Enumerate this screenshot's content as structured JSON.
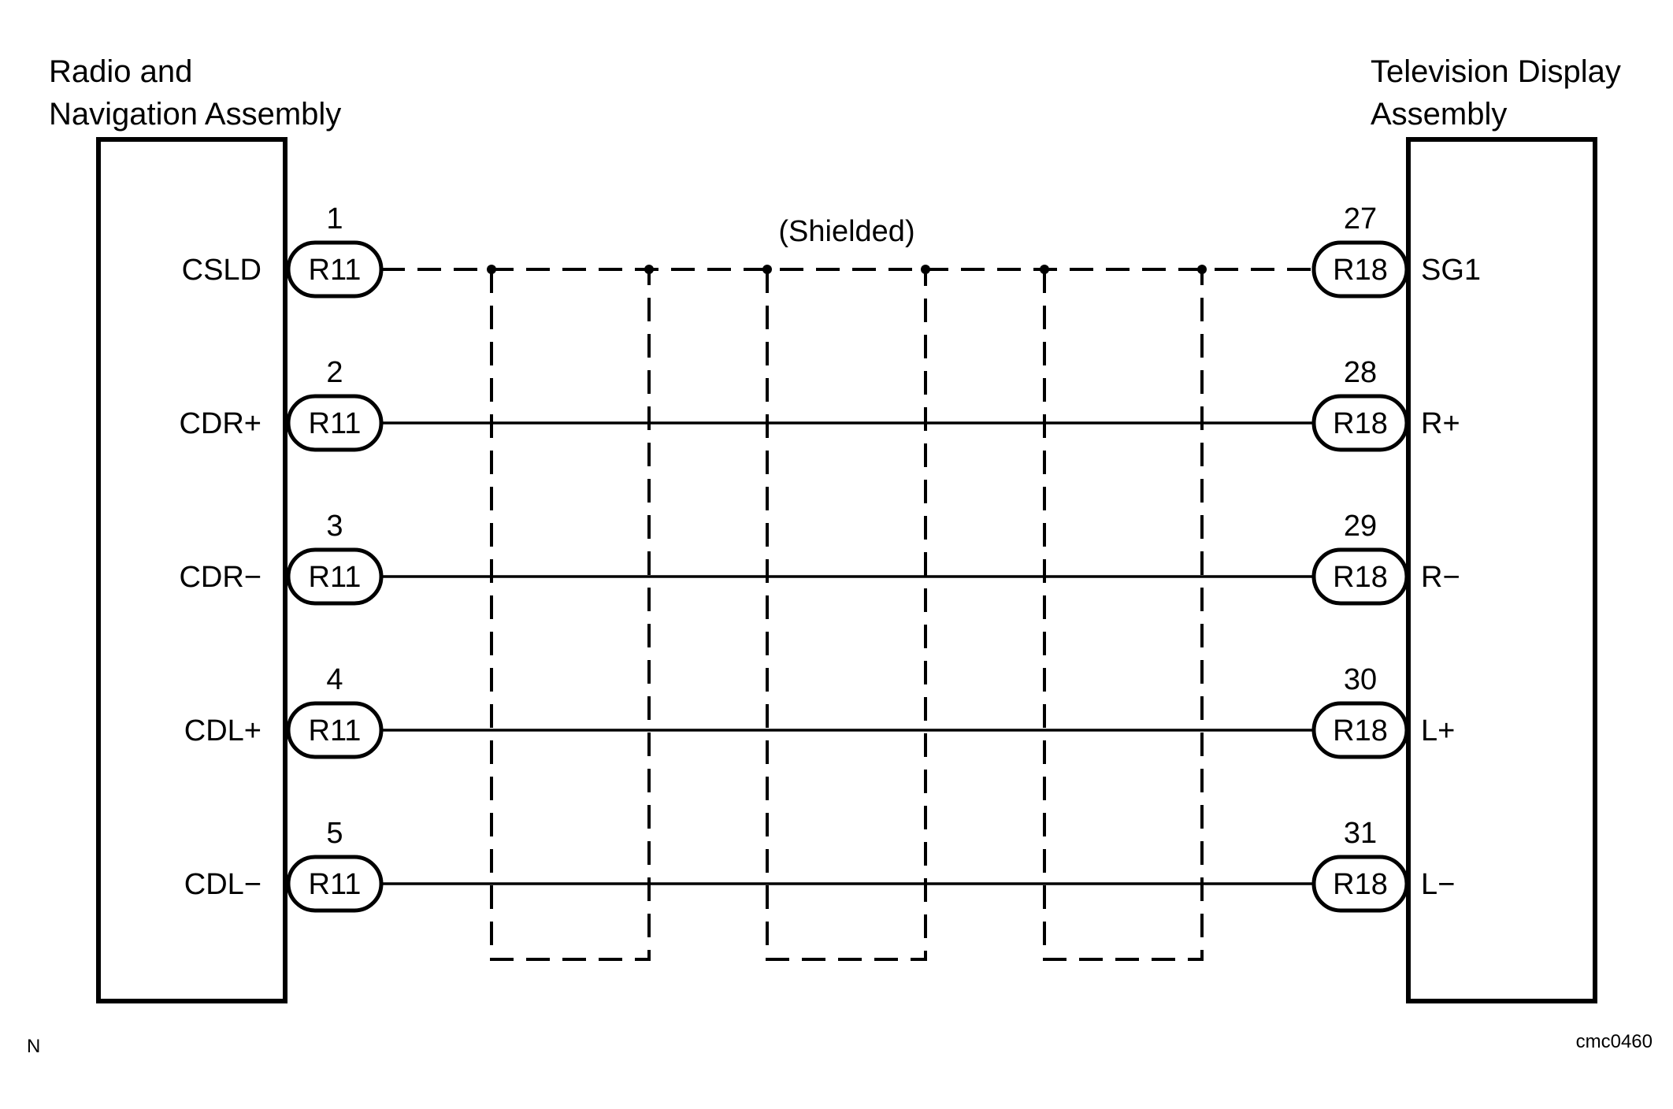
{
  "left_component": {
    "title_lines": [
      "Radio and",
      "Navigation Assembly"
    ],
    "connector": "R11",
    "pins": [
      {
        "number": "1",
        "signal": "CSLD"
      },
      {
        "number": "2",
        "signal": "CDR+"
      },
      {
        "number": "3",
        "signal": "CDR−"
      },
      {
        "number": "4",
        "signal": "CDL+"
      },
      {
        "number": "5",
        "signal": "CDL−"
      }
    ]
  },
  "right_component": {
    "title_lines": [
      "Television Display",
      "Assembly"
    ],
    "connector": "R18",
    "pins": [
      {
        "number": "27",
        "signal": "SG1"
      },
      {
        "number": "28",
        "signal": "R+"
      },
      {
        "number": "29",
        "signal": "R−"
      },
      {
        "number": "30",
        "signal": "L+"
      },
      {
        "number": "31",
        "signal": "L−"
      }
    ]
  },
  "wires": [
    {
      "from_pin": "1",
      "to_pin": "27",
      "style": "dashed"
    },
    {
      "from_pin": "2",
      "to_pin": "28",
      "style": "solid"
    },
    {
      "from_pin": "3",
      "to_pin": "29",
      "style": "solid"
    },
    {
      "from_pin": "4",
      "to_pin": "30",
      "style": "solid"
    },
    {
      "from_pin": "5",
      "to_pin": "31",
      "style": "solid"
    }
  ],
  "shield_label": "(Shielded)",
  "shield_groups": 3,
  "corner_mark": "N",
  "figure_code": "cmc0460"
}
